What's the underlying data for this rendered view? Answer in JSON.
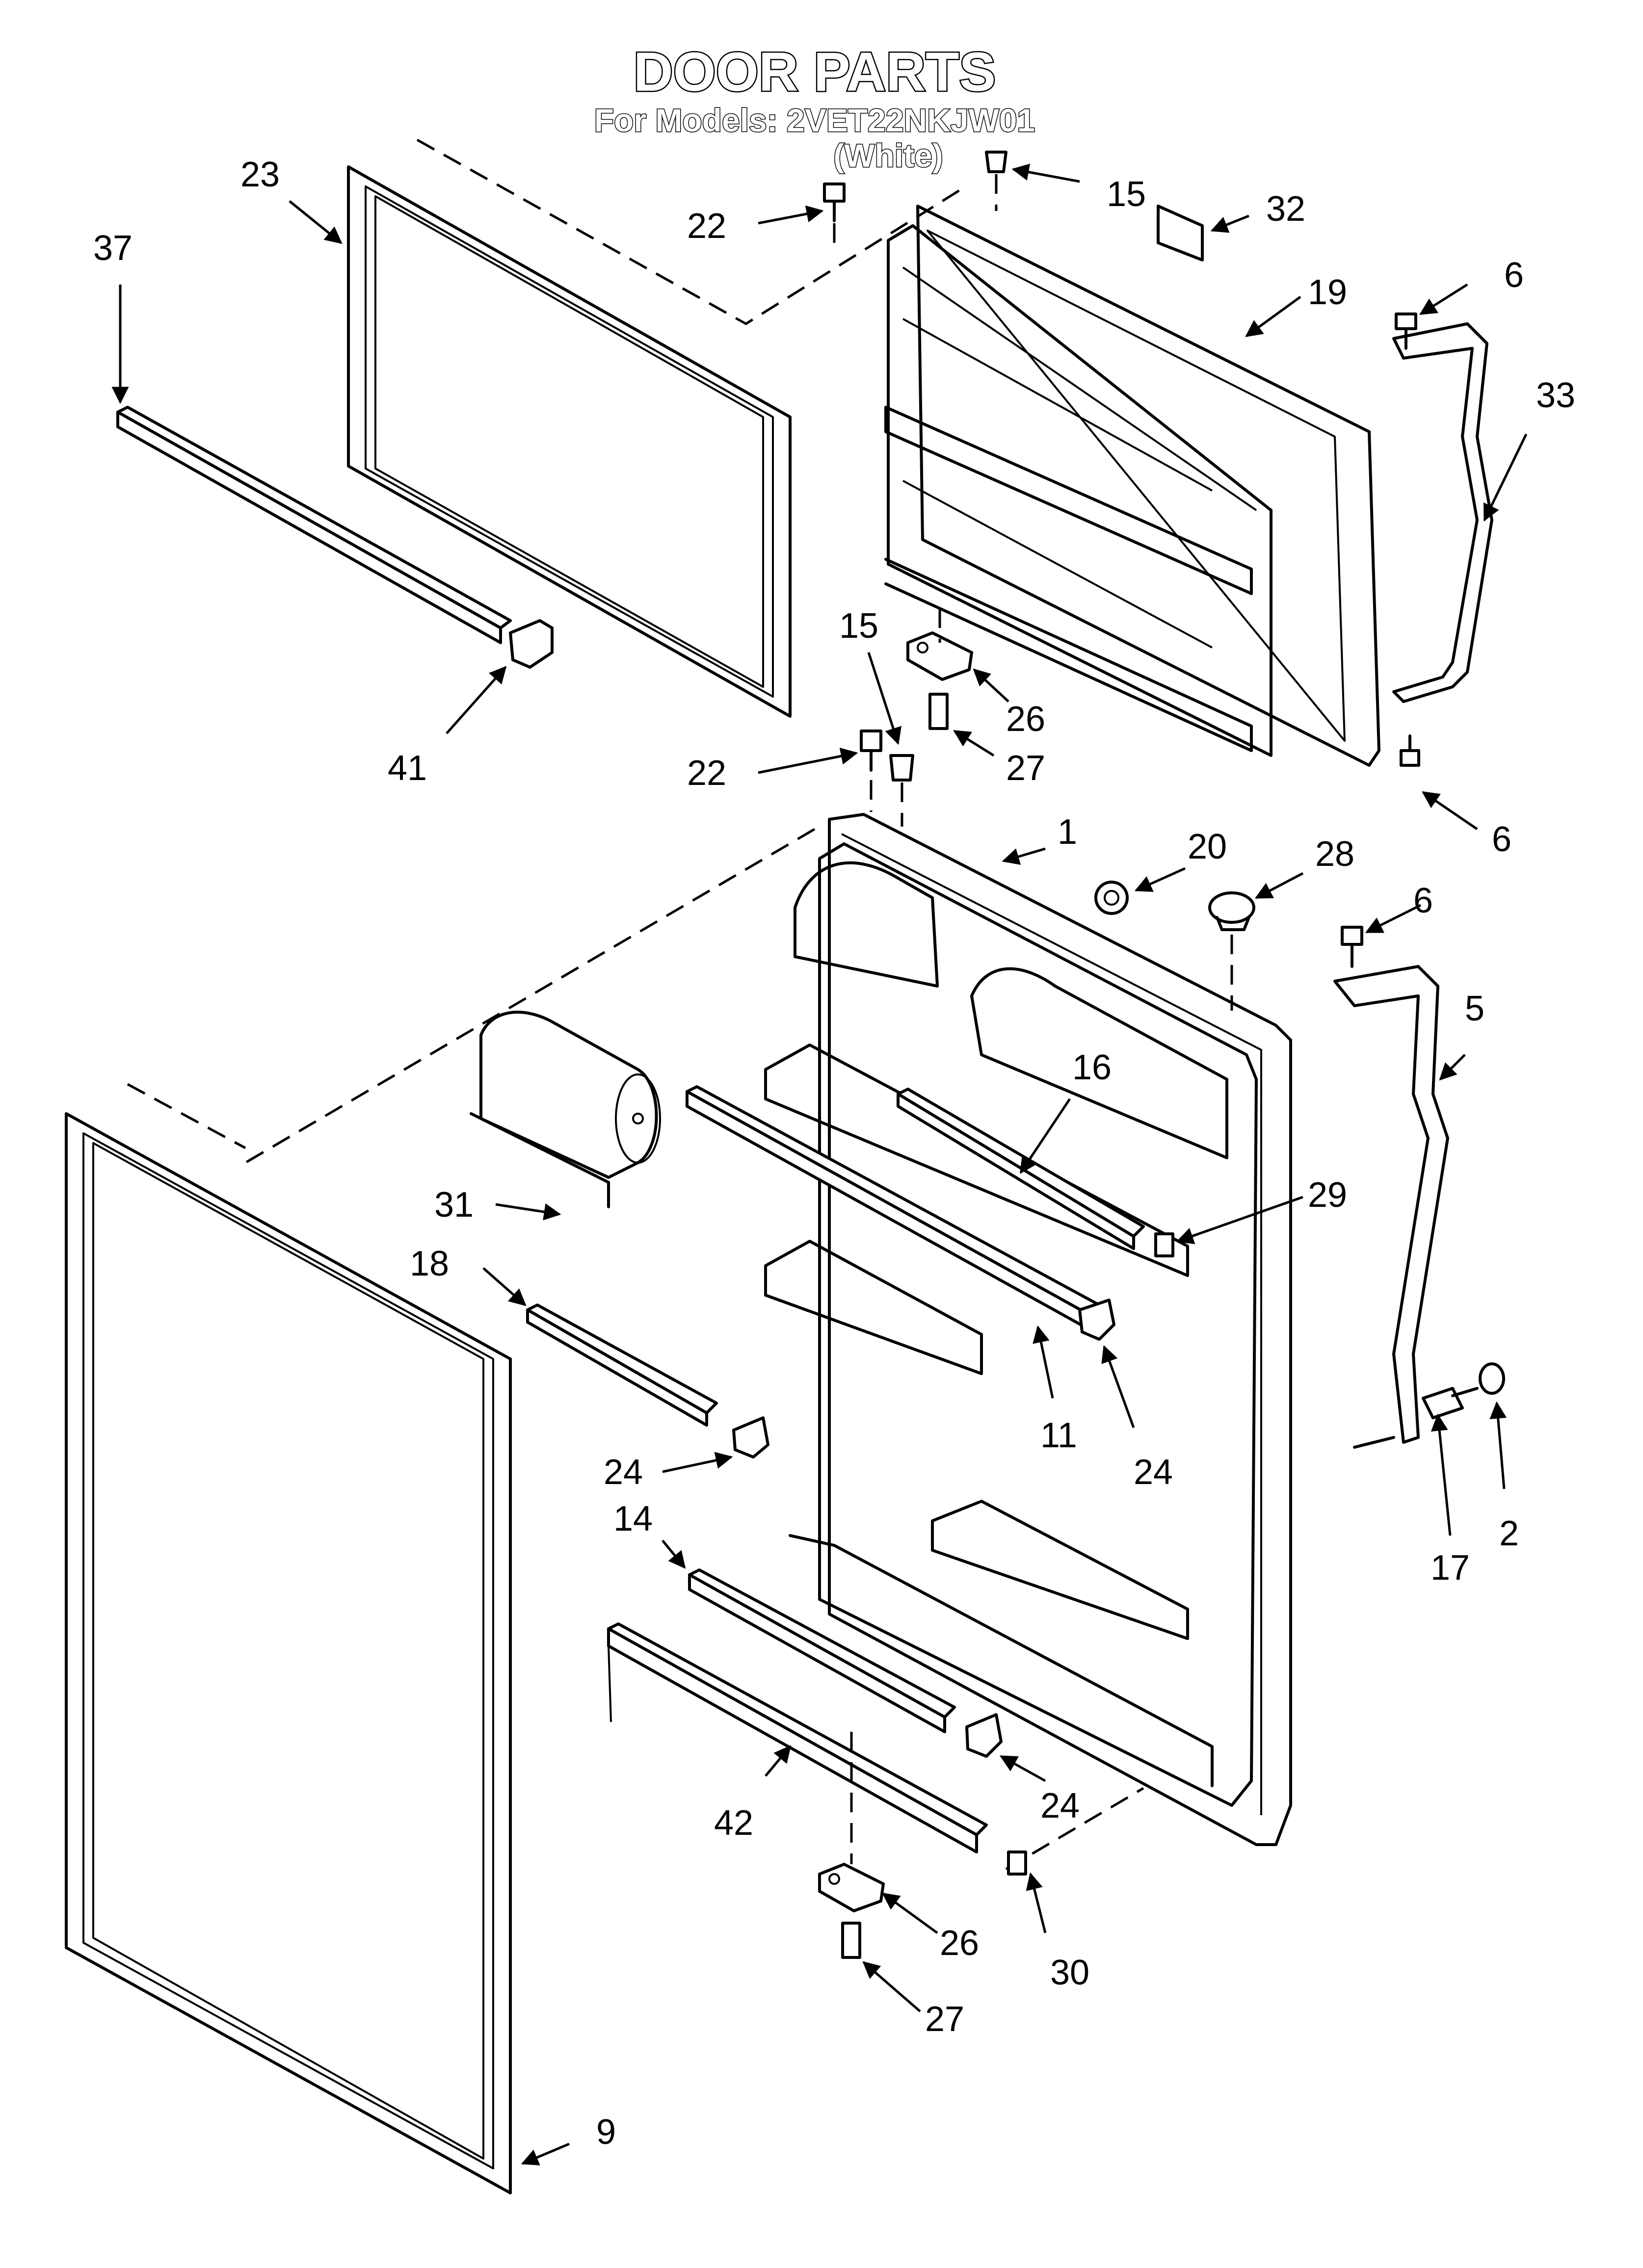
{
  "header": {
    "title": "DOOR PARTS",
    "models": "For Models: 2VET22NKJW01",
    "color": "(White)"
  },
  "callouts": [
    {
      "id": "c23",
      "label": "23"
    },
    {
      "id": "c37",
      "label": "37"
    },
    {
      "id": "c41",
      "label": "41"
    },
    {
      "id": "c22a",
      "label": "22"
    },
    {
      "id": "c15a",
      "label": "15"
    },
    {
      "id": "c32",
      "label": "32"
    },
    {
      "id": "c19",
      "label": "19"
    },
    {
      "id": "c6a",
      "label": "6"
    },
    {
      "id": "c33",
      "label": "33"
    },
    {
      "id": "c15b",
      "label": "15"
    },
    {
      "id": "c26a",
      "label": "26"
    },
    {
      "id": "c27a",
      "label": "27"
    },
    {
      "id": "c22b",
      "label": "22"
    },
    {
      "id": "c6b",
      "label": "6"
    },
    {
      "id": "c1",
      "label": "1"
    },
    {
      "id": "c20",
      "label": "20"
    },
    {
      "id": "c28",
      "label": "28"
    },
    {
      "id": "c6c",
      "label": "6"
    },
    {
      "id": "c5",
      "label": "5"
    },
    {
      "id": "c16",
      "label": "16"
    },
    {
      "id": "c29",
      "label": "29"
    },
    {
      "id": "c31",
      "label": "31"
    },
    {
      "id": "c18",
      "label": "18"
    },
    {
      "id": "c11",
      "label": "11"
    },
    {
      "id": "c24a",
      "label": "24"
    },
    {
      "id": "c24b",
      "label": "24"
    },
    {
      "id": "c14",
      "label": "14"
    },
    {
      "id": "c17",
      "label": "17"
    },
    {
      "id": "c2",
      "label": "2"
    },
    {
      "id": "c24c",
      "label": "24"
    },
    {
      "id": "c42",
      "label": "42"
    },
    {
      "id": "c26b",
      "label": "26"
    },
    {
      "id": "c30",
      "label": "30"
    },
    {
      "id": "c27b",
      "label": "27"
    },
    {
      "id": "c9",
      "label": "9"
    }
  ]
}
